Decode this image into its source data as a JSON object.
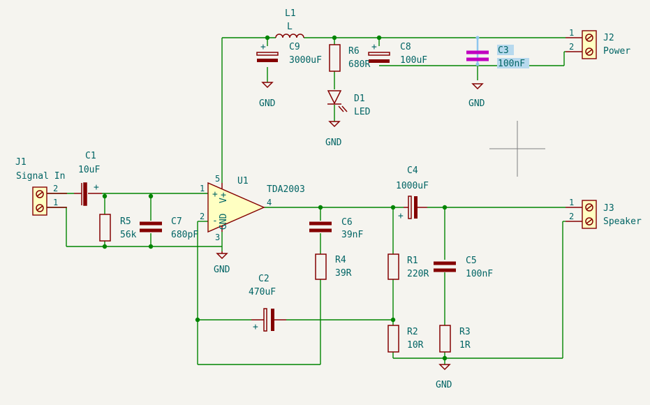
{
  "colors": {
    "background": "#f5f4ef",
    "wire": "#008400",
    "symbol_body": "#840000",
    "symbol_fill": "#ffffc2",
    "text": "#006464",
    "selection_highlight": "#c000c0",
    "selection_label_bg": "#b7d9ee",
    "cursor_crosshair": "#808080"
  },
  "components": {
    "J1": {
      "ref": "J1",
      "value": "Signal In",
      "pin1": "1",
      "pin2": "2"
    },
    "J2": {
      "ref": "J2",
      "value": "Power",
      "pin1": "1",
      "pin2": "2"
    },
    "J3": {
      "ref": "J3",
      "value": "Speaker",
      "pin1": "1",
      "pin2": "2"
    },
    "C1": {
      "ref": "C1",
      "value": "10uF"
    },
    "C2": {
      "ref": "C2",
      "value": "470uF"
    },
    "C3": {
      "ref": "C3",
      "value": "100nF",
      "selected": true
    },
    "C4": {
      "ref": "C4",
      "value": "1000uF"
    },
    "C5": {
      "ref": "C5",
      "value": "100nF"
    },
    "C6": {
      "ref": "C6",
      "value": "39nF"
    },
    "C7": {
      "ref": "C7",
      "value": "680pF"
    },
    "C8": {
      "ref": "C8",
      "value": "100uF"
    },
    "C9": {
      "ref": "C9",
      "value": "3000uF"
    },
    "R1": {
      "ref": "R1",
      "value": "220R"
    },
    "R2": {
      "ref": "R2",
      "value": "10R"
    },
    "R3": {
      "ref": "R3",
      "value": "1R"
    },
    "R4": {
      "ref": "R4",
      "value": "39R"
    },
    "R5": {
      "ref": "R5",
      "value": "56k"
    },
    "R6": {
      "ref": "R6",
      "value": "680R"
    },
    "L1": {
      "ref": "L1",
      "value": "L"
    },
    "D1": {
      "ref": "D1",
      "value": "LED"
    },
    "U1": {
      "ref": "U1",
      "value": "TDA2003",
      "pin_labels": {
        "plus": "+",
        "minus": "-",
        "gnd": "GND",
        "vplus": "V+"
      },
      "pins": {
        "in_plus": "1",
        "in_minus": "2",
        "gnd": "3",
        "out": "4",
        "vcc": "5"
      }
    }
  },
  "power_symbols": {
    "gnd_label": "GND"
  },
  "polarity_mark": "+"
}
